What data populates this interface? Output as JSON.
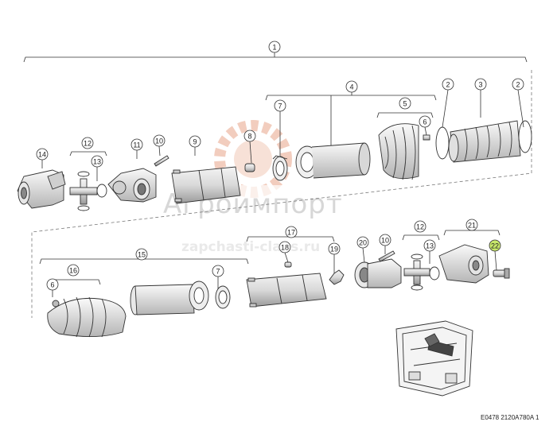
{
  "figure_ref": "E0478 2120A780A 1",
  "watermark": {
    "brand": "Агроимпорт",
    "site": "zapchasti-claas.ru",
    "color": "#e8a58a"
  },
  "highlight_color": "#c8e86b",
  "callouts": [
    {
      "id": "c1",
      "label": "1"
    },
    {
      "id": "c2a",
      "label": "2"
    },
    {
      "id": "c2b",
      "label": "2"
    },
    {
      "id": "c3",
      "label": "3"
    },
    {
      "id": "c4",
      "label": "4"
    },
    {
      "id": "c5",
      "label": "5"
    },
    {
      "id": "c6a",
      "label": "6"
    },
    {
      "id": "c6b",
      "label": "6"
    },
    {
      "id": "c7a",
      "label": "7"
    },
    {
      "id": "c7b",
      "label": "7"
    },
    {
      "id": "c8",
      "label": "8"
    },
    {
      "id": "c9",
      "label": "9"
    },
    {
      "id": "c10a",
      "label": "10"
    },
    {
      "id": "c10b",
      "label": "10"
    },
    {
      "id": "c11",
      "label": "11"
    },
    {
      "id": "c12a",
      "label": "12"
    },
    {
      "id": "c12b",
      "label": "12"
    },
    {
      "id": "c13a",
      "label": "13"
    },
    {
      "id": "c13b",
      "label": "13"
    },
    {
      "id": "c14",
      "label": "14"
    },
    {
      "id": "c15",
      "label": "15"
    },
    {
      "id": "c16",
      "label": "16"
    },
    {
      "id": "c17",
      "label": "17"
    },
    {
      "id": "c18",
      "label": "18"
    },
    {
      "id": "c19",
      "label": "19"
    },
    {
      "id": "c20",
      "label": "20"
    },
    {
      "id": "c21",
      "label": "21"
    },
    {
      "id": "c22",
      "label": "22",
      "highlighted": true
    }
  ]
}
